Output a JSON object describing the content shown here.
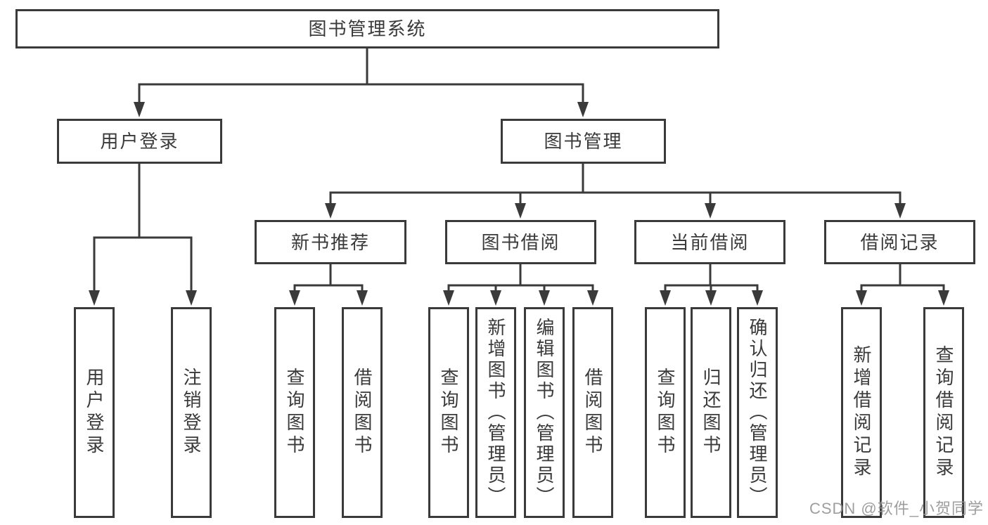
{
  "diagram": {
    "type": "tree-structure-diagram",
    "colors": {
      "line": "#3a3a3a",
      "box_border": "#3a3a3a",
      "text": "#3a3a3a",
      "background": "#ffffff",
      "watermark": "#949494"
    },
    "nodes": {
      "root": {
        "label": "图书管理系统"
      },
      "level2": [
        {
          "id": "user-login",
          "label": "用户登录"
        },
        {
          "id": "book-management",
          "label": "图书管理"
        }
      ],
      "level3": [
        {
          "id": "new-book-recommend",
          "parent": "图书管理",
          "label": "新书推荐"
        },
        {
          "id": "book-borrow",
          "parent": "图书管理",
          "label": "图书借阅"
        },
        {
          "id": "current-borrow",
          "parent": "图书管理",
          "label": "当前借阅"
        },
        {
          "id": "borrow-records",
          "parent": "图书管理",
          "label": "借阅记录"
        }
      ],
      "leaves": [
        {
          "parent": "用户登录",
          "label": "用户登录"
        },
        {
          "parent": "用户登录",
          "label": "注销登录"
        },
        {
          "parent": "新书推荐",
          "label": "查询图书"
        },
        {
          "parent": "新书推荐",
          "label": "借阅图书"
        },
        {
          "parent": "图书借阅",
          "label": "查询图书"
        },
        {
          "parent": "图书借阅",
          "label": "新增图书（管理员）"
        },
        {
          "parent": "图书借阅",
          "label": "编辑图书（管理员）"
        },
        {
          "parent": "图书借阅",
          "label": "借阅图书"
        },
        {
          "parent": "当前借阅",
          "label": "查询图书"
        },
        {
          "parent": "当前借阅",
          "label": "归还图书"
        },
        {
          "parent": "当前借阅",
          "label": "确认归还（管理员）"
        },
        {
          "parent": "借阅记录",
          "label": "新增借阅记录"
        },
        {
          "parent": "借阅记录",
          "label": "查询借阅记录"
        }
      ]
    },
    "watermark": "CSDN @软件_小贺同学"
  }
}
